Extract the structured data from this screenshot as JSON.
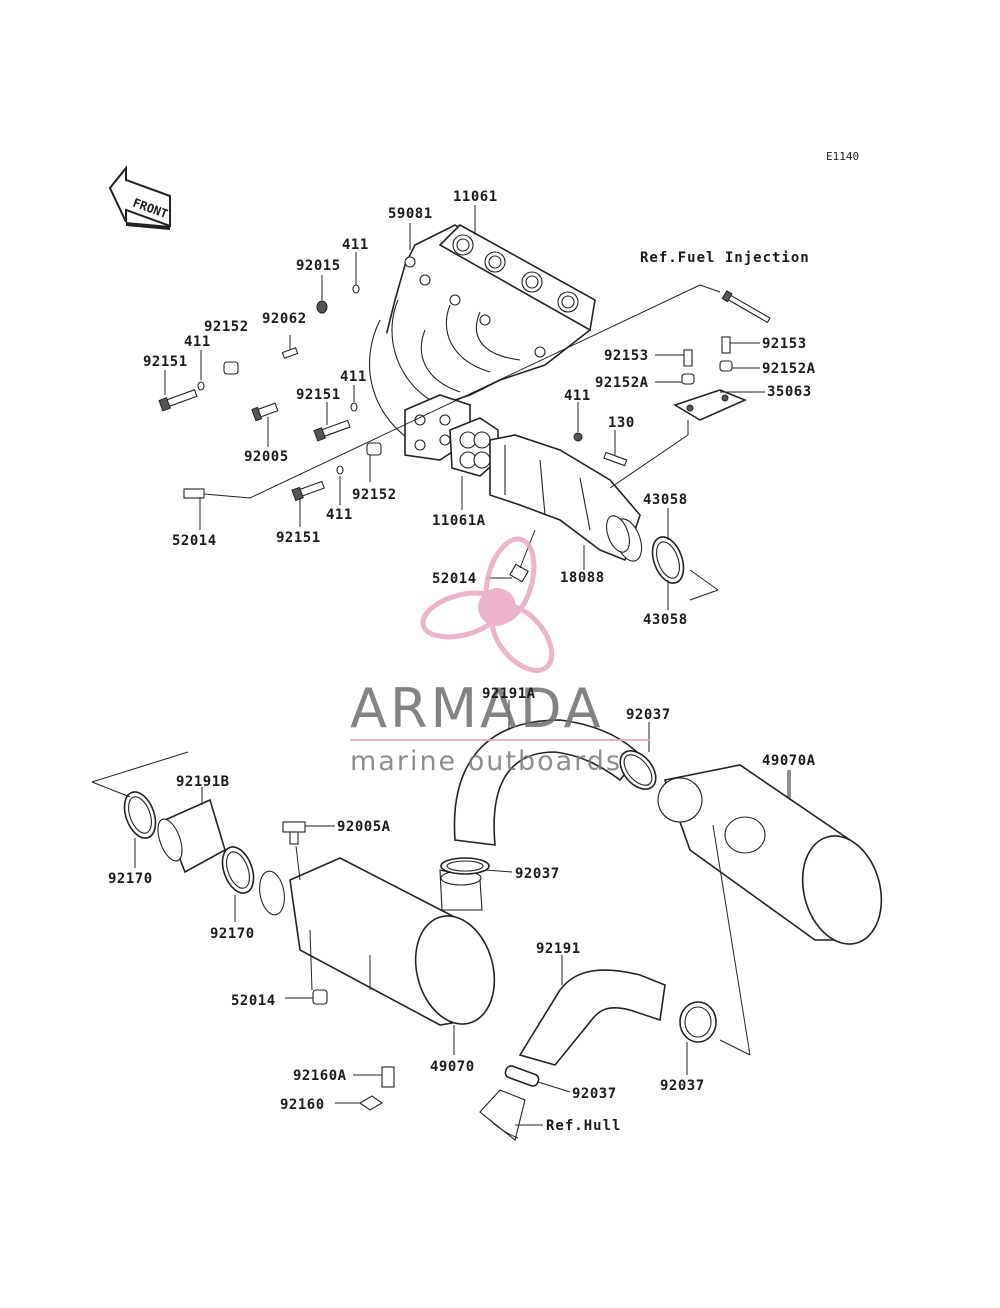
{
  "diagram_code": "E1140",
  "front_arrow_label": "FRONT",
  "refs": {
    "fuel_injection": "Ref.Fuel Injection",
    "hull": "Ref.Hull"
  },
  "watermark": {
    "brand": "ARMADA",
    "tagline": "marine outboards",
    "accent_color": "#e8a7c3",
    "text_color": "#6e6e6e"
  },
  "parts": {
    "p11061": "11061",
    "p59081": "59081",
    "p411_a": "411",
    "p92015": "92015",
    "p92062": "92062",
    "p92152_a": "92152",
    "p411_b": "411",
    "p92151_a": "92151",
    "p411_c": "411",
    "p92151_b": "92151",
    "p92005": "92005",
    "p52014_a": "52014",
    "p92151_c": "92151",
    "p411_d": "411",
    "p92152_b": "92152",
    "p11061A": "11061A",
    "p411_e": "411",
    "p130": "130",
    "p92153_a": "92153",
    "p92152A_a": "92152A",
    "p92153_b": "92153",
    "p92152A_b": "92152A",
    "p35063": "35063",
    "p43058_a": "43058",
    "p43058_b": "43058",
    "p18088": "18088",
    "p52014_b": "52014",
    "p92191A": "92191A",
    "p92037_a": "92037",
    "p49070A": "49070A",
    "p92191B": "92191B",
    "p92005A": "92005A",
    "p92170_a": "92170",
    "p92170_b": "92170",
    "p92037_b": "92037",
    "p52014_c": "52014",
    "p49070": "49070",
    "p92191": "92191",
    "p92037_c": "92037",
    "p92037_d": "92037",
    "p92160A": "92160A",
    "p92160": "92160"
  }
}
